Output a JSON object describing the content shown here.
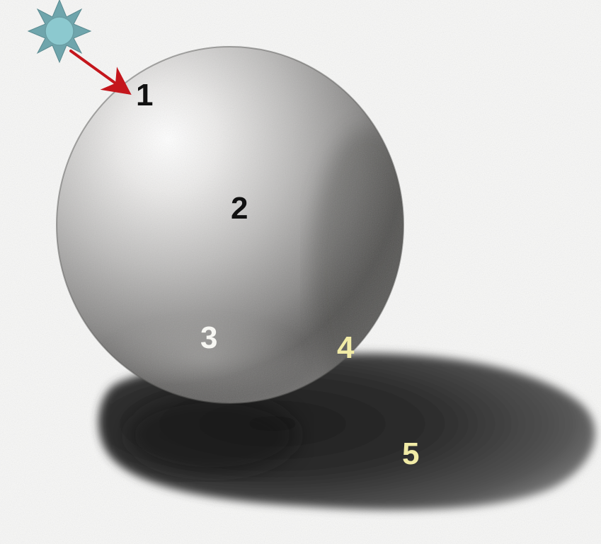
{
  "colors": {
    "left_bar": "#c8de5a",
    "sun_fill": "#8cc9cf",
    "sun_rays": "#6fa5ac",
    "arrow": "#c4161c",
    "label_dark": "#111111",
    "label_white": "#f7f7f3",
    "label_cream": "#f1eba6"
  },
  "icons": {
    "light_source": "sun-icon",
    "direction": "arrow-icon"
  },
  "labels": {
    "l1": "1",
    "l2": "2",
    "l3": "3",
    "l4": "4",
    "l5": "5"
  }
}
